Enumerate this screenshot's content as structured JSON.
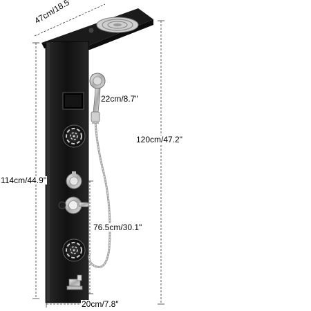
{
  "dimensions": {
    "width_top": "47cm/18.5\"",
    "hand_shower_length": "22cm/8.7\"",
    "total_height": "120cm/47.2\"",
    "panel_height": "114cm/44.9\"",
    "lower_height": "76.5cm/30.1\"",
    "width_bottom": "20cm/7.8\""
  },
  "colors": {
    "panel_black": "#1a1a1a",
    "chrome": "#c8c8c8",
    "dimension_line": "#333333"
  }
}
